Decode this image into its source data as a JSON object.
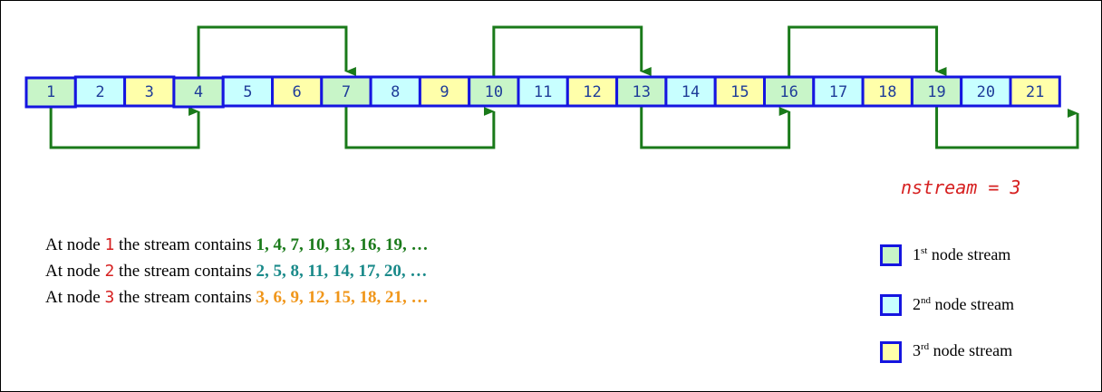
{
  "nstream_label": "nstream = 3",
  "cells": [
    "1",
    "2",
    "3",
    "4",
    "5",
    "6",
    "7",
    "8",
    "9",
    "10",
    "11",
    "12",
    "13",
    "14",
    "15",
    "16",
    "17",
    "18",
    "19",
    "20",
    "21"
  ],
  "colors": {
    "stream_fills": [
      "#c8f5c8",
      "#c8ffff",
      "#ffffaa"
    ],
    "cell_border": "#1515e0",
    "arrow": "#1a7a1a",
    "node_number": "#d62020",
    "seq": [
      "#1a7a1a",
      "#1a8a8a",
      "#f0961a"
    ]
  },
  "streams": [
    {
      "prefix": "At node ",
      "node": "1",
      "middle": " the stream contains ",
      "sequence": "1, 4, 7, 10, 13, 16, 19, …"
    },
    {
      "prefix": "At node ",
      "node": "2",
      "middle": " the stream contains ",
      "sequence": "2, 5, 8, 11, 14, 17, 20, …"
    },
    {
      "prefix": "At node ",
      "node": "3",
      "middle": " the stream contains ",
      "sequence": "3, 6, 9, 12, 15, 18, 21, …"
    }
  ],
  "legend": [
    {
      "ordinal": "1",
      "suffix": "st",
      "label": " node stream"
    },
    {
      "ordinal": "2",
      "suffix": "nd",
      "label": " node stream"
    },
    {
      "ordinal": "3",
      "suffix": "rd",
      "label": " node stream"
    }
  ]
}
